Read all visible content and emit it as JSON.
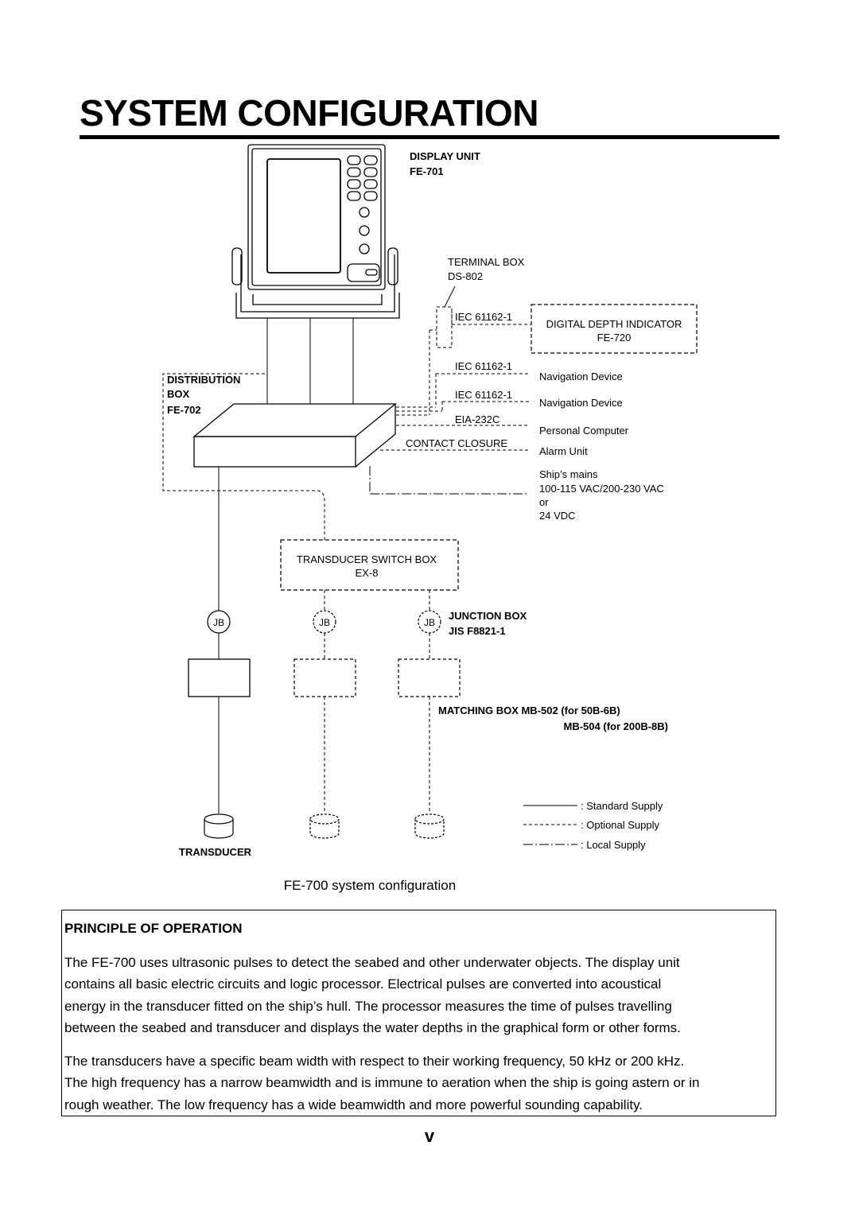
{
  "title": "SYSTEM CONFIGURATION",
  "diagram": {
    "display_unit": {
      "label": "DISPLAY UNIT",
      "model": "FE-701"
    },
    "terminal_box": {
      "label": "TERMINAL BOX",
      "model": "DS-802"
    },
    "digital_depth_indicator": {
      "label": "DIGITAL DEPTH INDICATOR",
      "model": "FE-720"
    },
    "distribution_box": {
      "label_line1": "DISTRIBUTION",
      "label_line2": "BOX",
      "model": "FE-702"
    },
    "connection_labels": [
      "IEC 61162-1",
      "IEC 61162-1",
      "IEC 61162-1",
      "EIA-232C",
      "CONTACT CLOSURE"
    ],
    "devices": [
      "Navigation Device",
      "Navigation Device",
      "Personal Computer",
      "Alarm Unit"
    ],
    "power": {
      "line1": "Ship’s mains",
      "line2": "100-115 VAC/200-230 VAC",
      "line3": "or",
      "line4": "24 VDC"
    },
    "transducer_switch_box": {
      "label": "TRANSDUCER SWITCH BOX",
      "model": "EX-8"
    },
    "junction_box_short": "JB",
    "junction_box": {
      "label": "JUNCTION BOX",
      "model": "JIS F8821-1"
    },
    "matching_box": {
      "line1": "MATCHING BOX MB-502 (for 50B-6B)",
      "line2": "MB-504 (for 200B-8B)"
    },
    "transducer_label": "TRANSDUCER",
    "legend": {
      "standard": ": Standard Supply",
      "optional": ": Optional Supply",
      "local": ": Local Supply"
    }
  },
  "caption": "FE-700 system configuration",
  "principle": {
    "heading": "PRINCIPLE OF OPERATION",
    "paragraph1_lines": [
      "The FE-700 uses ultrasonic pulses to detect the seabed and other underwater objects. The display unit",
      "contains all basic electric circuits and logic processor. Electrical pulses are converted into acoustical",
      "energy in the transducer fitted on the ship’s hull. The processor measures the time of pulses travelling",
      "between the seabed and transducer and displays the water depths in the graphical form or other forms."
    ],
    "paragraph2_lines": [
      "The transducers have a specific beam width with respect to their working frequency, 50 kHz or 200 kHz.",
      "The high frequency has a narrow beamwidth and is immune to aeration when the ship is going astern or in",
      "rough weather. The low frequency has a wide beamwidth and more powerful sounding capability."
    ]
  },
  "page_number": "v"
}
